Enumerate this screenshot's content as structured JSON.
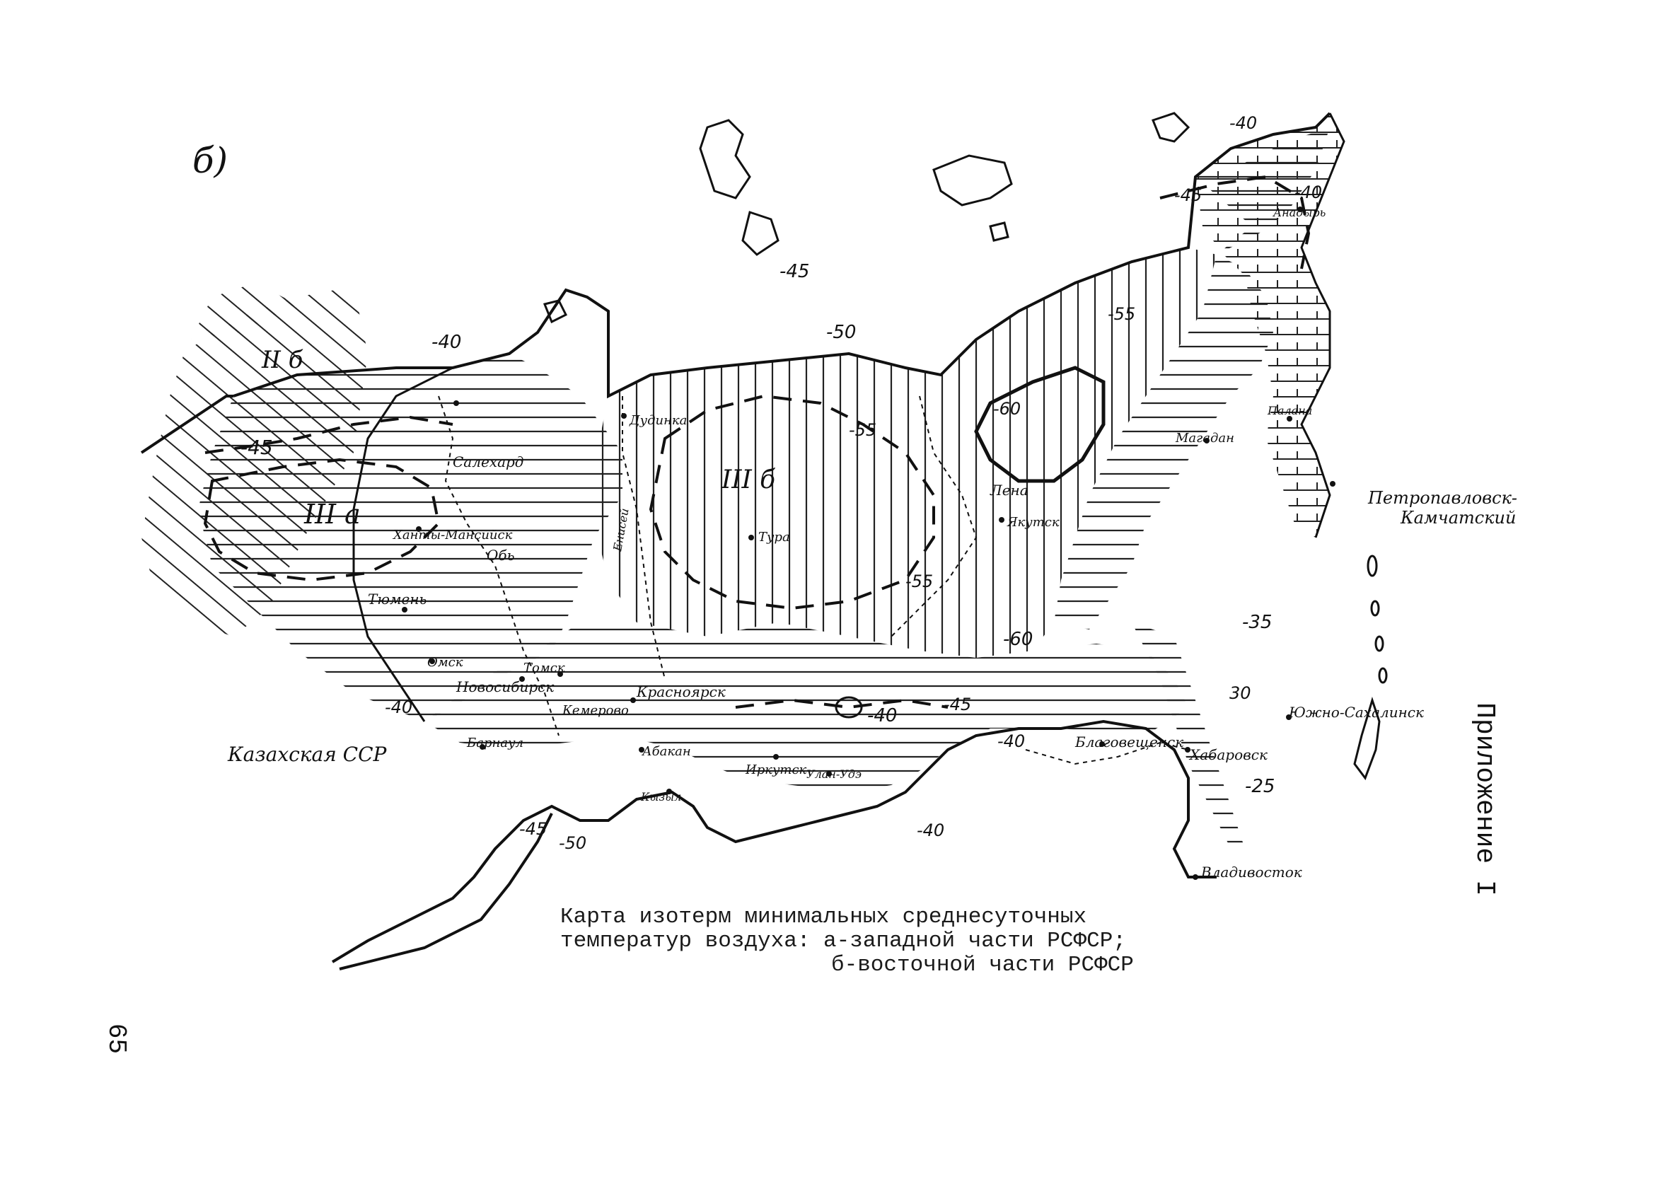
{
  "part_label": "б)",
  "page_number": "65",
  "appendix": "Приложение I",
  "caption": {
    "line1": "Карта изотерм минимальных среднесуточных",
    "line2": "температур воздуха: а-западной части РСФСР;",
    "line3": "б-восточной части РСФСР"
  },
  "zones": {
    "iia": "II б",
    "iiia": "III а",
    "iiib": "III б"
  },
  "cities": {
    "salekhard": "Салехард",
    "khanty": "Ханты-Мансийск",
    "tyumen": "Тюмень",
    "omsk": "Омск",
    "novosibirsk": "Новосибирск",
    "tomsk": "Томск",
    "barnaul": "Барнаул",
    "kemerovo": "Кемерово",
    "krasnoyarsk": "Красноярск",
    "abakan": "Абакан",
    "kyzyl": "Кызыл",
    "irkutsk": "Иркутск",
    "ulan_ude": "Улан-Удэ",
    "tura": "Тура",
    "dudinka": "Дудинка",
    "yakutsk": "Якутск",
    "magadan": "Магадан",
    "anadyr": "Анадырь",
    "palana": "Палана",
    "petropavlovsk_1": "Петропавловск-",
    "petropavlovsk_2": "Камчатский",
    "blagoveshchensk": "Благовещенск",
    "khabarovsk": "Хабаровск",
    "vladivostok": "Владивосток",
    "yuzhno": "Южно-Сахалинск",
    "kazakh": "Казахская ССР"
  },
  "rivers": {
    "ob": "Обь",
    "lena": "Лена",
    "enisei": "Енисей"
  },
  "isotherms": {
    "t40_nw": "-40",
    "t45_w": "-45",
    "t45_n": "-45",
    "t50_n": "-50",
    "t55_c": "-55",
    "t55_ne": "-55",
    "t55_s": "-55",
    "t60_n": "-60",
    "t60_s": "-60",
    "t40_sw": "-40",
    "t40_baikal": "-40",
    "t45_s": "-45",
    "t40_amur": "-40",
    "t40_south": "-40",
    "t45_altai": "-45",
    "t50_altai": "-50",
    "t45_ne": "-45",
    "t40_chukotka": "-40",
    "t40_east": "-40",
    "t35": "-35",
    "t30": "30",
    "t25": "-25"
  }
}
